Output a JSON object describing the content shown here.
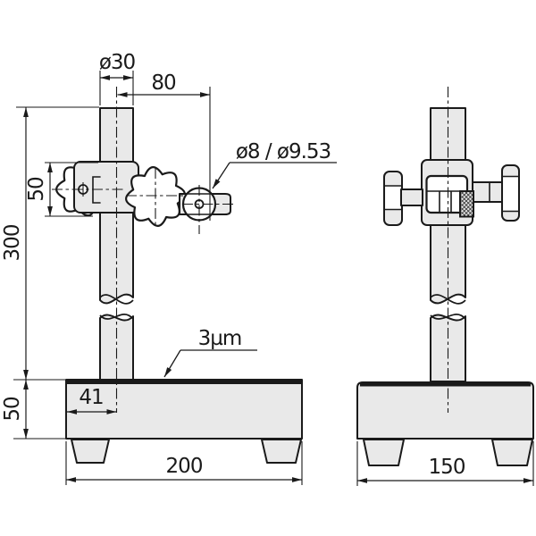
{
  "document": {
    "kind": "engineering-drawing",
    "subject": "Gauge stand with column, clamp and base — front and side views",
    "line_color": "#1a1a1a",
    "part_fill_color": "#e9e9e9",
    "background_color": "#ffffff"
  },
  "front_view": {
    "dim_column_diameter": "ø30",
    "dim_reach": "80",
    "dim_stem_mount": "ø8 / ø9.53",
    "dim_clamp_height": "50",
    "dim_column_height": "300",
    "dim_base_thickness": "50",
    "dim_column_offset": "41",
    "dim_base_width": "200",
    "note_flatness": "3µm"
  },
  "side_view": {
    "dim_base_depth": "150"
  }
}
